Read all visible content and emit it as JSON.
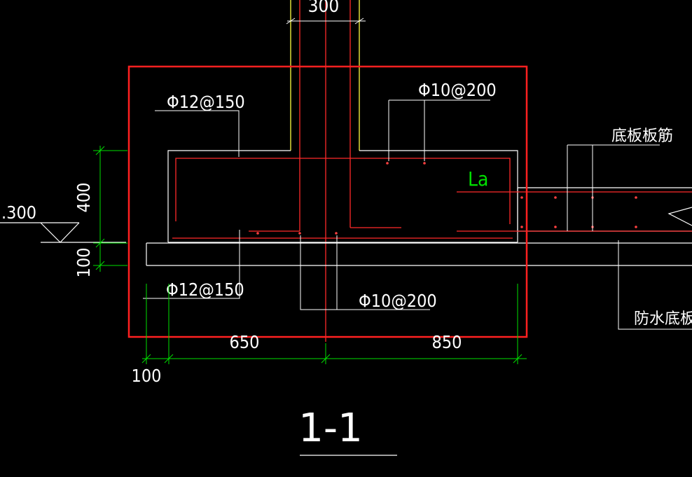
{
  "drawing": {
    "section_title": "1-1",
    "colors": {
      "background": "#000000",
      "highlight_box": "#ff2020",
      "rebar": "#ff2a2a",
      "outline": "#ffffff",
      "wall_outline": "#ffff40",
      "dimension": "#00e000",
      "text": "#ffffff"
    }
  },
  "dimensions": {
    "wall_width": "300",
    "depth_upper": "400",
    "depth_lower": "100",
    "base_left": "650",
    "base_right": "850",
    "edge_offset": "100",
    "elevation": ".300"
  },
  "rebar_labels": {
    "top_left": "Φ12@150",
    "top_right": "Φ10@200",
    "bottom_left": "Φ12@150",
    "bottom_right": "Φ10@200",
    "anchorage": "La"
  },
  "callouts": {
    "slab_rebar": "底板板筋",
    "waterproof_slab": "防水底板"
  }
}
